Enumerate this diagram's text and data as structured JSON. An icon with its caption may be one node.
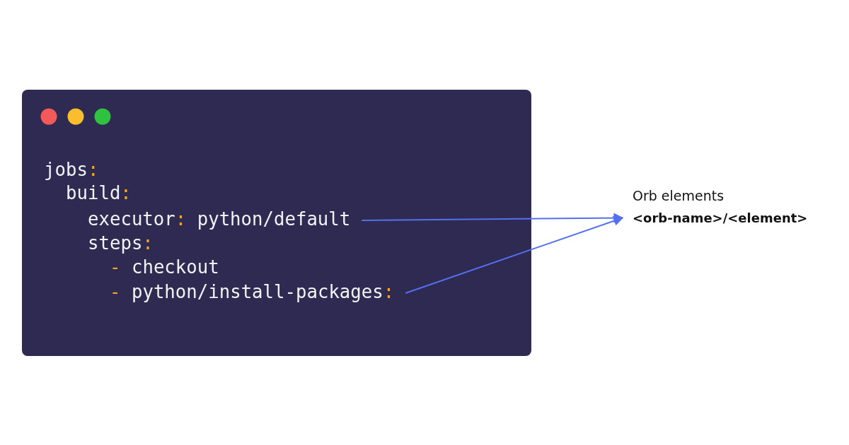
{
  "diagram": {
    "nodes": [
      {
        "text": [],
        "shape": "box"
      },
      {
        "text": [
          "jobs:"
        ],
        "in": 0
      },
      {
        "text": [
          "build:"
        ],
        "in": 0
      },
      {
        "text": [
          "executor: python/default"
        ],
        "in": 0
      },
      {
        "text": [
          "steps:"
        ],
        "in": 0
      },
      {
        "text": [
          "- checkout"
        ],
        "in": 0
      },
      {
        "text": [
          "- python/install-packages:"
        ],
        "in": 0
      },
      {
        "text": [
          "Orb elements",
          "<orb-name>/<element>"
        ]
      }
    ],
    "edges": [
      {
        "from": 3,
        "to": 7,
        "arrow": "to"
      },
      {
        "from": 6,
        "to": 7,
        "arrow": "to"
      }
    ]
  }
}
